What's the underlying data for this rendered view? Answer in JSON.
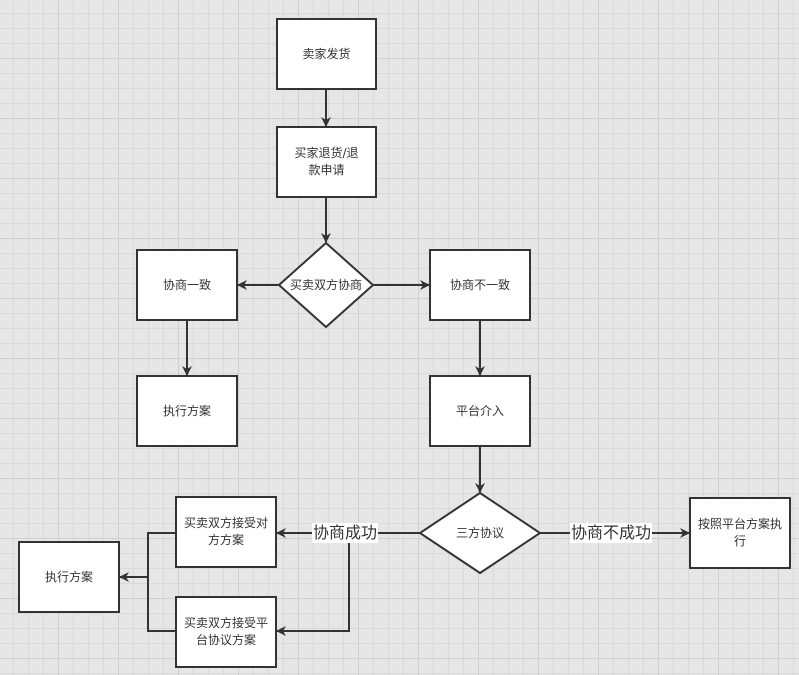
{
  "nodes": {
    "seller_ship": "卖家发货",
    "buyer_return": "买家退货/退款申请",
    "negotiate": "买卖双方协商",
    "agree": "协商一致",
    "disagree": "协商不一致",
    "execute1": "执行方案",
    "platform": "平台介入",
    "tripartite": "三方协议",
    "platform_exec": "按照平台方案执行",
    "accept_other": "买卖双方接受对方方案",
    "accept_platform": "买卖双方接受平台协议方案",
    "execute2": "执行方案"
  },
  "edges": {
    "success": "协商成功",
    "fail": "协商不成功"
  }
}
